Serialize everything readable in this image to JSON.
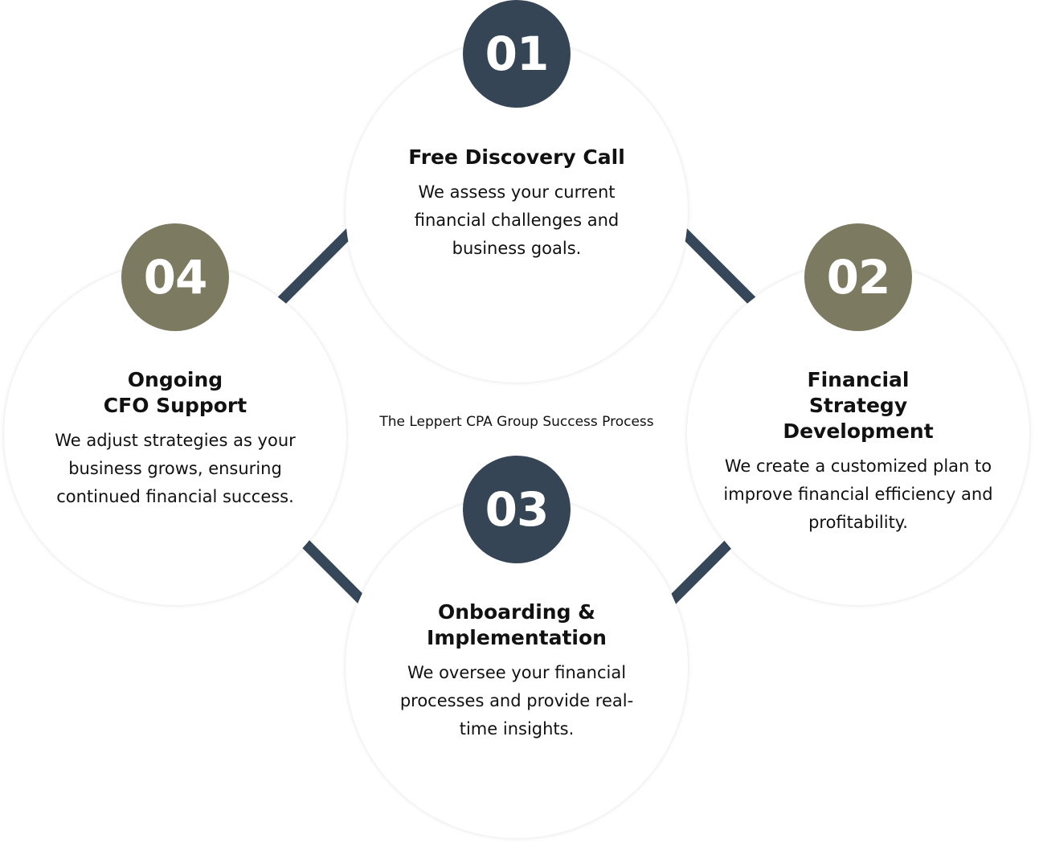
{
  "center_label": "The Leppert CPA Group Success Process",
  "colors": {
    "navy": "#364556",
    "olive": "#7c7a60"
  },
  "steps": [
    {
      "number": "01",
      "title": "Free Discovery Call",
      "body": "We assess your current financial challenges and business goals."
    },
    {
      "number": "02",
      "title": "Financial Strategy Development",
      "body": "We create a customized plan to improve financial efficiency and profitability."
    },
    {
      "number": "03",
      "title": "Onboarding & Implementation",
      "body": "We oversee your financial processes and provide real-time insights."
    },
    {
      "number": "04",
      "title": "Ongoing CFO Support",
      "body": "We adjust strategies as your business grows, ensuring continued financial success."
    }
  ]
}
